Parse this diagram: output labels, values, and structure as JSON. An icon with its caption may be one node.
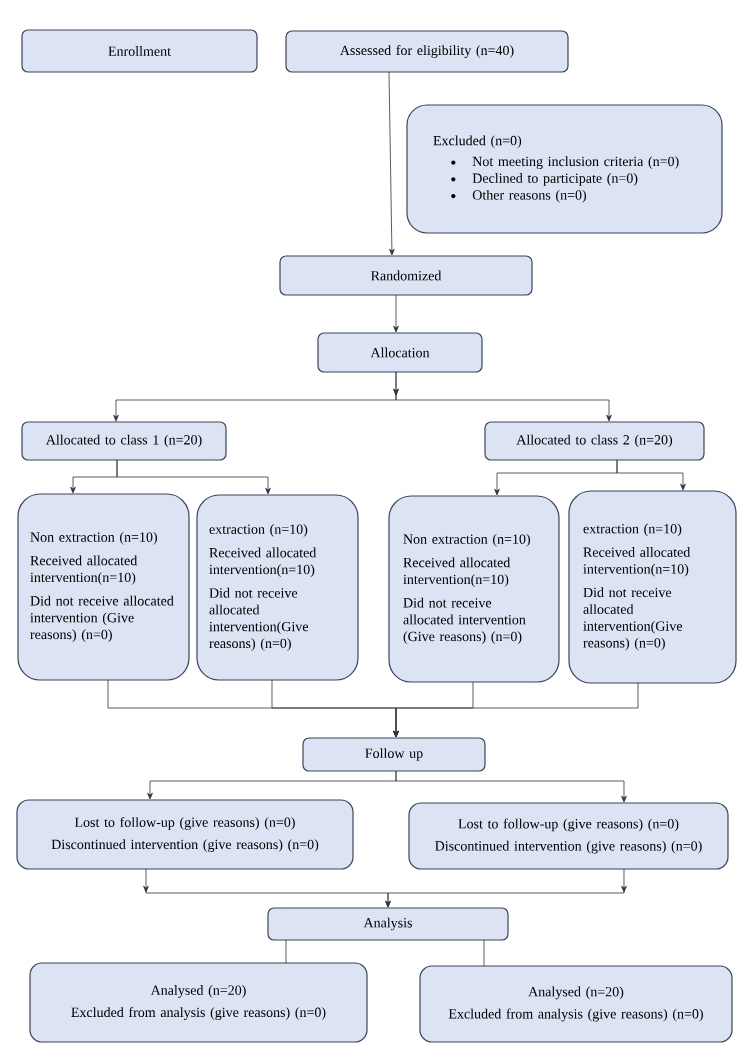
{
  "diagram": {
    "nodes": [
      {
        "text": [
          "Enrollment"
        ]
      },
      {
        "text": [
          "Assessed for eligibility (n=40)"
        ]
      },
      {
        "text": [
          "Excluded (n=0)",
          "Not meeting inclusion criteria (n=0)",
          "Declined to participate (n=0)",
          "Other reasons (n=0)"
        ]
      },
      {
        "text": [
          "Randomized"
        ]
      },
      {
        "text": [
          "Allocation"
        ]
      },
      {
        "text": [
          "Allocated to class 1 (n=20)"
        ]
      },
      {
        "text": [
          "Allocated to class 2 (n=20)"
        ]
      },
      {
        "text": [
          "Non extraction (n=10)",
          "Received allocated intervention(n=10)",
          "Did not receive allocated intervention (Give reasons) (n=0)"
        ]
      },
      {
        "text": [
          "extraction (n=10)",
          "Received allocated intervention(n=10)",
          "Did not receive allocated intervention(Give reasons) (n=0)"
        ]
      },
      {
        "text": [
          "Non extraction (n=10)",
          "Received allocated intervention(n=10)",
          "Did not receive allocated intervention (Give reasons) (n=0)"
        ]
      },
      {
        "text": [
          "extraction (n=10)",
          "Received allocated intervention(n=10)",
          "Did not receive allocated intervention(Give reasons) (n=0)"
        ]
      },
      {
        "text": [
          "Follow up"
        ]
      },
      {
        "text": [
          "Lost to follow-up (give reasons) (n=0)",
          "Discontinued intervention (give reasons) (n=0)"
        ]
      },
      {
        "text": [
          "Lost to follow-up (give reasons) (n=0)",
          "Discontinued intervention (give reasons) (n=0)"
        ]
      },
      {
        "text": [
          "Analysis"
        ]
      },
      {
        "text": [
          "Analysed (n=20)",
          "Excluded from analysis (give reasons) (n=0)"
        ]
      },
      {
        "text": [
          "Analysed (n=20)",
          "Excluded from analysis (give reasons) (n=0)"
        ]
      }
    ],
    "edges": [
      {
        "from": 1,
        "to": 3,
        "arrow": "to"
      },
      {
        "from": 3,
        "to": 4,
        "arrow": "to"
      },
      {
        "from": 4,
        "to": 5,
        "arrow": "to"
      },
      {
        "from": 4,
        "to": 6,
        "arrow": "to"
      },
      {
        "from": 5,
        "to": 7,
        "arrow": "to"
      },
      {
        "from": 5,
        "to": 8,
        "arrow": "to"
      },
      {
        "from": 6,
        "to": 9,
        "arrow": "to"
      },
      {
        "from": 6,
        "to": 10,
        "arrow": "to"
      },
      {
        "from": 7,
        "to": 11,
        "arrow": "to"
      },
      {
        "from": 8,
        "to": 11,
        "arrow": "to"
      },
      {
        "from": 9,
        "to": 11,
        "arrow": "to"
      },
      {
        "from": 10,
        "to": 11,
        "arrow": "to"
      },
      {
        "from": 11,
        "to": 12,
        "arrow": "to"
      },
      {
        "from": 11,
        "to": 13,
        "arrow": "to"
      },
      {
        "from": 12,
        "to": 14,
        "arrow": "to"
      },
      {
        "from": 13,
        "to": 14,
        "arrow": "to"
      },
      {
        "from": 14,
        "to": 15,
        "arrow": "none"
      },
      {
        "from": 14,
        "to": 16,
        "arrow": "none"
      }
    ]
  }
}
